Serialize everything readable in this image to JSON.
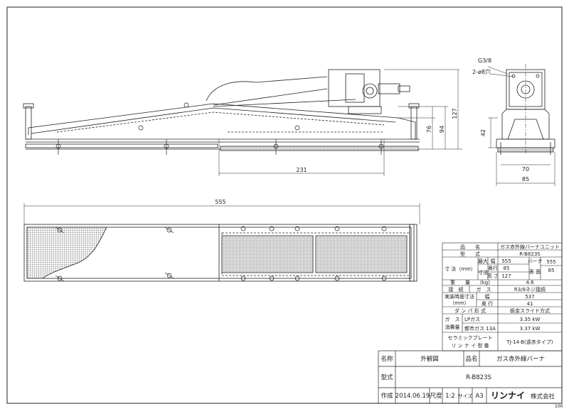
{
  "front_view": {
    "dim_width_mm": "231",
    "dim_h_76": "76",
    "dim_h_94": "94",
    "dim_h_127": "127"
  },
  "side_view": {
    "label_g38": "G3/8",
    "label_holes": "2-ø8穴",
    "dim_42": "42",
    "dim_70": "70",
    "dim_85": "85"
  },
  "plan_view": {
    "dim_length": "555"
  },
  "spec_table": {
    "h_item": "品　　名",
    "h_item_val": "ガス赤外線バーナユニット",
    "model_label": "型　　式",
    "model_val": "R-B823S",
    "size_label": "寸 法（mm）",
    "size_w_label": "幅",
    "size_d_label": "奥行",
    "size_h_label": "高 さ",
    "size_max_label": "最大",
    "size_w_val": "555",
    "size_d_val": "85",
    "size_h_val": "127",
    "burner_label": "バーナ",
    "burner_face_label": "表 面",
    "burner_w_val": "555",
    "burner_d_val": "85",
    "size_sub": "寸法",
    "weight_label": "重　　量　　(kg)",
    "weight_val": "4.6",
    "conn_label": "接　続",
    "conn_gas": "ガ　ス",
    "conn_val": "R3/8ネジ接続",
    "inst_label1": "実装時面寸法",
    "inst_label2": "（mm）",
    "inst_w_label": "幅",
    "inst_d_label": "奥 行",
    "inst_w_val": "537",
    "inst_d_val": "41",
    "damper_label": "ダ ン パ 形 式",
    "damper_val": "板金スライド方式",
    "gas_label1": "ガ　ス",
    "gas_label2": "消費量",
    "gas_lp": "LPガス",
    "gas_lp_val": "3.35 kW",
    "gas_city": "都市ガス 13A",
    "gas_city_val": "3.37 kW",
    "ceramic_label1": "セラミックプレート",
    "ceramic_label2": "リ ン ナ イ 型 番",
    "ceramic_val": "TJ-14-B(遠赤タイプ)"
  },
  "title_block": {
    "name_label": "名称",
    "name_val": "外観図",
    "product_label": "品名",
    "product_val": "ガス赤外線バーナ",
    "model_label": "型式",
    "model_val": "R-B823S",
    "made_label": "作成",
    "date_val": "2014.06.19",
    "scale_label": "尺度",
    "scale_val": "1:2",
    "size_label": "サイズ",
    "size_val": "A3",
    "company_logo": "リンナイ",
    "company_suffix": "株式会社",
    "corner_code": "100"
  },
  "colors": {
    "line": "#222222",
    "paper": "#ffffff"
  }
}
